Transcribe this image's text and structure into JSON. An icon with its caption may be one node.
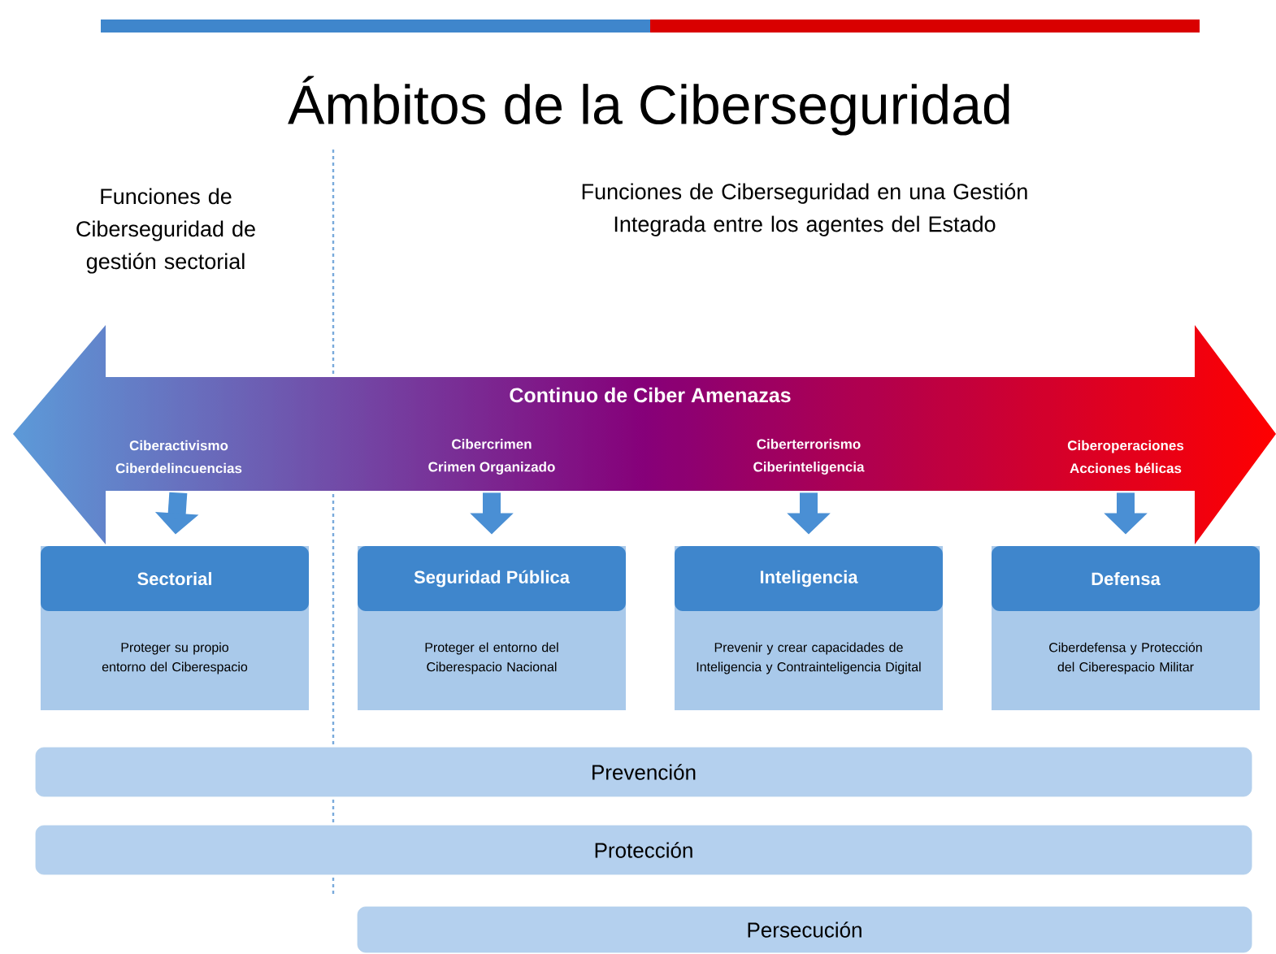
{
  "diagram": {
    "title": "Ámbitos de la Ciberseguridad",
    "nodes": [
      {
        "text": [
          "Continuo de Ciber Amenazas"
        ]
      },
      {
        "text": [
          "Ciberactivismo",
          "Ciberdelincuencias"
        ],
        "in": 0
      },
      {
        "text": [
          "Cibercrimen",
          "Crimen Organizado"
        ],
        "in": 0
      },
      {
        "text": [
          "Ciberterrorismo",
          "Ciberinteligencia"
        ],
        "in": 0
      },
      {
        "text": [
          "Ciberoperaciones",
          "Acciones bélicas"
        ],
        "in": 0
      },
      {
        "text": [
          "Sectorial",
          "Proteger su propio entorno del Ciberespacio"
        ]
      },
      {
        "text": [
          "Seguridad Pública",
          "Proteger el entorno del Ciberespacio Nacional"
        ]
      },
      {
        "text": [
          "Inteligencia",
          "Prevenir y crear capacidades de Inteligencia y Contrainteligencia Digital"
        ]
      },
      {
        "text": [
          "Defensa",
          "Ciberdefensa y Protección del Ciberespacio Militar"
        ]
      },
      {
        "text": [
          "Prevención"
        ]
      },
      {
        "text": [
          "Protección"
        ]
      },
      {
        "text": [
          "Persecución"
        ]
      }
    ],
    "edges": [
      {
        "from": 1,
        "to": 5,
        "arrow": "to"
      },
      {
        "from": 2,
        "to": 6,
        "arrow": "to"
      },
      {
        "from": 3,
        "to": 7,
        "arrow": "to"
      },
      {
        "from": 4,
        "to": 8,
        "arrow": "to"
      }
    ],
    "labels": [
      "Funciones de Ciberseguridad de gestión sectorial",
      "Funciones de Ciberseguridad en una Gestión Integrada entre los agentes del Estado"
    ]
  }
}
